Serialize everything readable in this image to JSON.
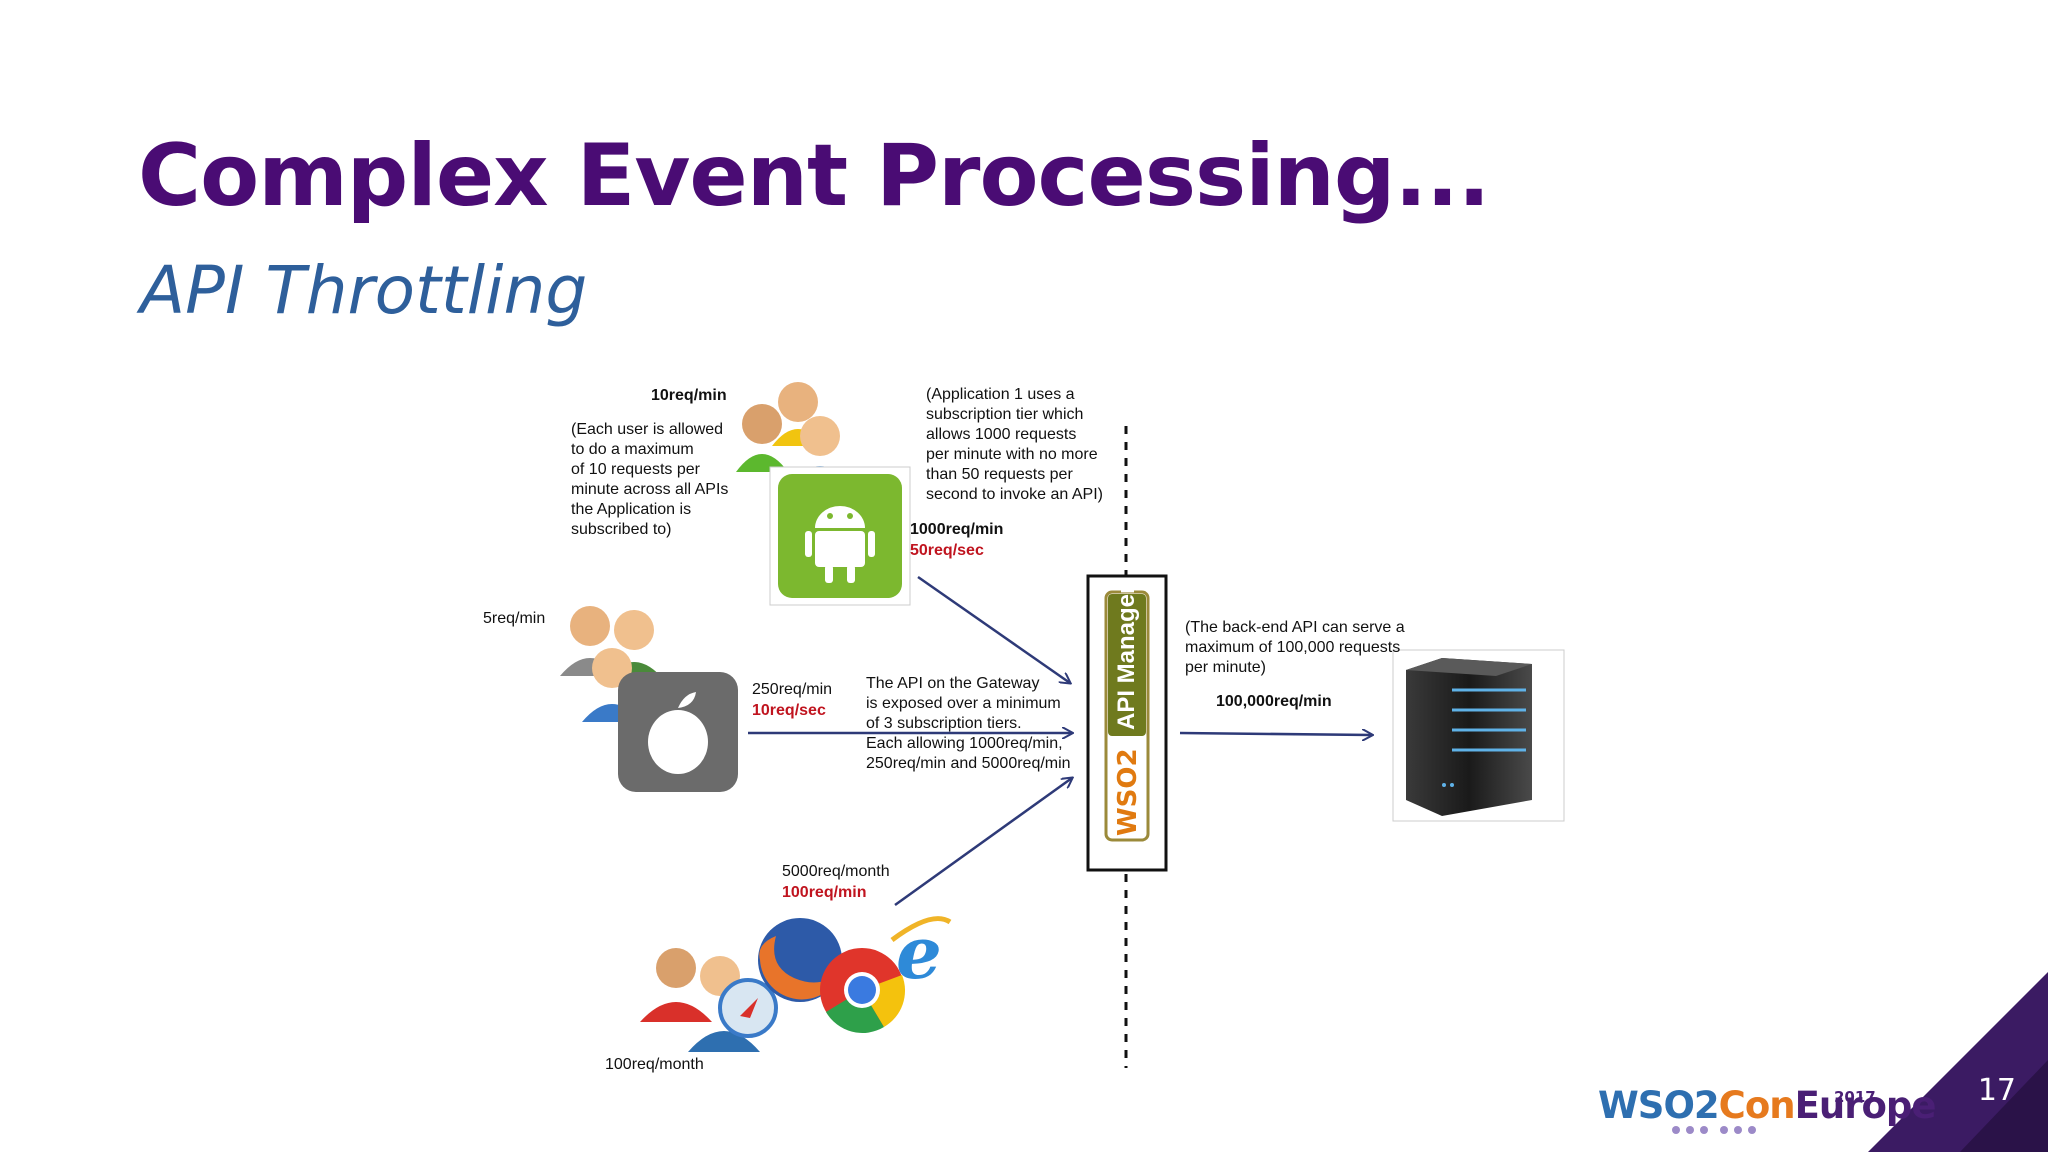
{
  "slide": {
    "title": "Complex Event Processing...",
    "subtitle": "API Throttling",
    "page_number": "17"
  },
  "diagram": {
    "user_limit_top": "10req/min",
    "user_limit_note": "(Each user is allowed\nto do a maximum\nof 10 requests per\nminute across all APIs\nthe Application is\nsubscribed to)",
    "app1_note": "(Application 1 uses a\nsubscription tier which\nallows 1000 requests\nper minute with no more\nthan 50 requests per\nsecond to invoke an API)",
    "android_tier_min": "1000req/min",
    "android_tier_sec": "50req/sec",
    "ios_user_limit": "5req/min",
    "ios_tier_min": "250req/min",
    "ios_tier_sec": "10req/sec",
    "gateway_note": "The API on the Gateway\nis exposed over a minimum\nof 3 subscription tiers.\nEach allowing 1000req/min,\n250req/min and 5000req/min",
    "web_tier_month": "5000req/month",
    "web_tier_min": "100req/min",
    "web_user_limit": "100req/month",
    "backend_note": "(The back-end API can serve a\nmaximum of 100,000 requests\nper minute)",
    "backend_limit": "100,000req/min",
    "api_manager_label": "API Manager",
    "wso2_logo_text": "WSO2"
  },
  "footer": {
    "logo_wso2": "WSO2",
    "logo_con": "Con",
    "logo_europe": "Europe",
    "logo_year": "2017"
  },
  "colors": {
    "title": "#4a0c74",
    "subtitle": "#2e5f9b",
    "arrow": "#2e3a78",
    "rate_red": "#c0141f",
    "android_green": "#7cb82f",
    "corner_purple": "#3b1b63"
  }
}
